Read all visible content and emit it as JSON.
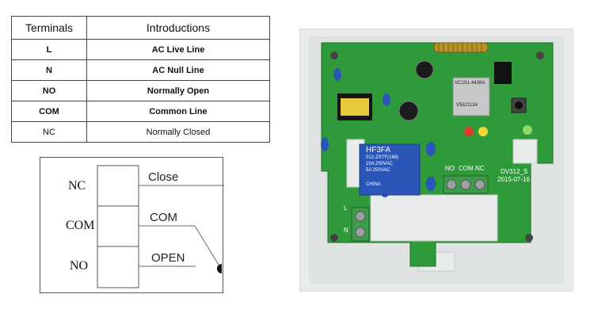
{
  "table": {
    "headers": [
      "Terminals",
      "Introductions"
    ],
    "rows": [
      {
        "terminal": "L",
        "intro": "AC Live Line"
      },
      {
        "terminal": "N",
        "intro": "AC Null Line"
      },
      {
        "terminal": "NO",
        "intro": "Normally Open"
      },
      {
        "terminal": "COM",
        "intro": "Common Line"
      },
      {
        "terminal": "NC",
        "intro": "Normally Closed"
      }
    ]
  },
  "diagram": {
    "side_labels": {
      "nc": "NC",
      "com": "COM",
      "no": "NO"
    },
    "wire_labels": {
      "close": "Close",
      "com": "COM",
      "open": "OPEN"
    }
  },
  "board": {
    "relay_brand": "HF3FA",
    "relay_model": "012-ZSTF(168)",
    "relay_rating_1": "10A 250VAC",
    "relay_rating_2": "5A 250VAC",
    "relay_origin": "CHINA",
    "terminal_labels": {
      "no": "NO",
      "com": "COM",
      "nc": "NC"
    },
    "model": "DV312_S",
    "date": "2015-07-16",
    "module_text": "VC1S1-4438A",
    "module_serial": "V5521134",
    "lr_labels": {
      "l": "L",
      "n": "N"
    }
  },
  "colors": {
    "pcb_green": "#2f9a3a",
    "case_white": "#e9ecea",
    "relay_blue": "#2a56b8",
    "terminal_green": "#3f9a4e"
  }
}
